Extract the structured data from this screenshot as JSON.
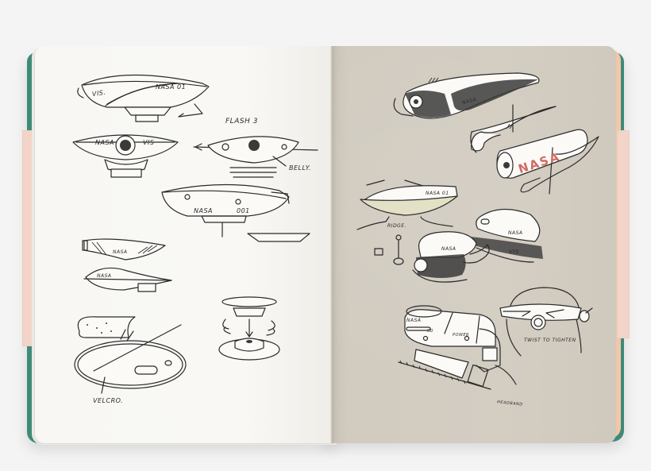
{
  "scene": {
    "subject": "open sketchbook with product design sketches",
    "background_color": "#f4f4f4",
    "cover_color": "#3f8a78",
    "elastic_band_color": "#f3d4c8",
    "page_edge_color": "#f2c6a8",
    "left_page_color": "#f9f8f5",
    "right_page_color": "#d3cdc2",
    "accent_lettering_color": "#d06b63"
  },
  "left_page": {
    "labels": {
      "vis": "VIS.",
      "nasa_01": "NASA   01",
      "nasa": "NASA",
      "vis2": "VIS",
      "flash": "FLASH 3",
      "belly": "BELLY.",
      "nasa_001_a": "NASA",
      "nasa_001_b": "001",
      "nasa_small": "NASA",
      "nasa_small2": "NASA",
      "velcro": "VELCRO."
    }
  },
  "right_page": {
    "labels": {
      "nasa_top": "NASA",
      "nasa_red": "NASA",
      "nasa_01": "NASA  01",
      "ridge": "RIDGE.",
      "nasa_vis": "NASA",
      "vis": "VIS",
      "nasa_cap": "NASA",
      "nasa_box": "NASA",
      "sd": "SD",
      "power": "POWER",
      "twist": "TWIST TO TIGHTEN",
      "headband": "HEADBAND"
    }
  }
}
